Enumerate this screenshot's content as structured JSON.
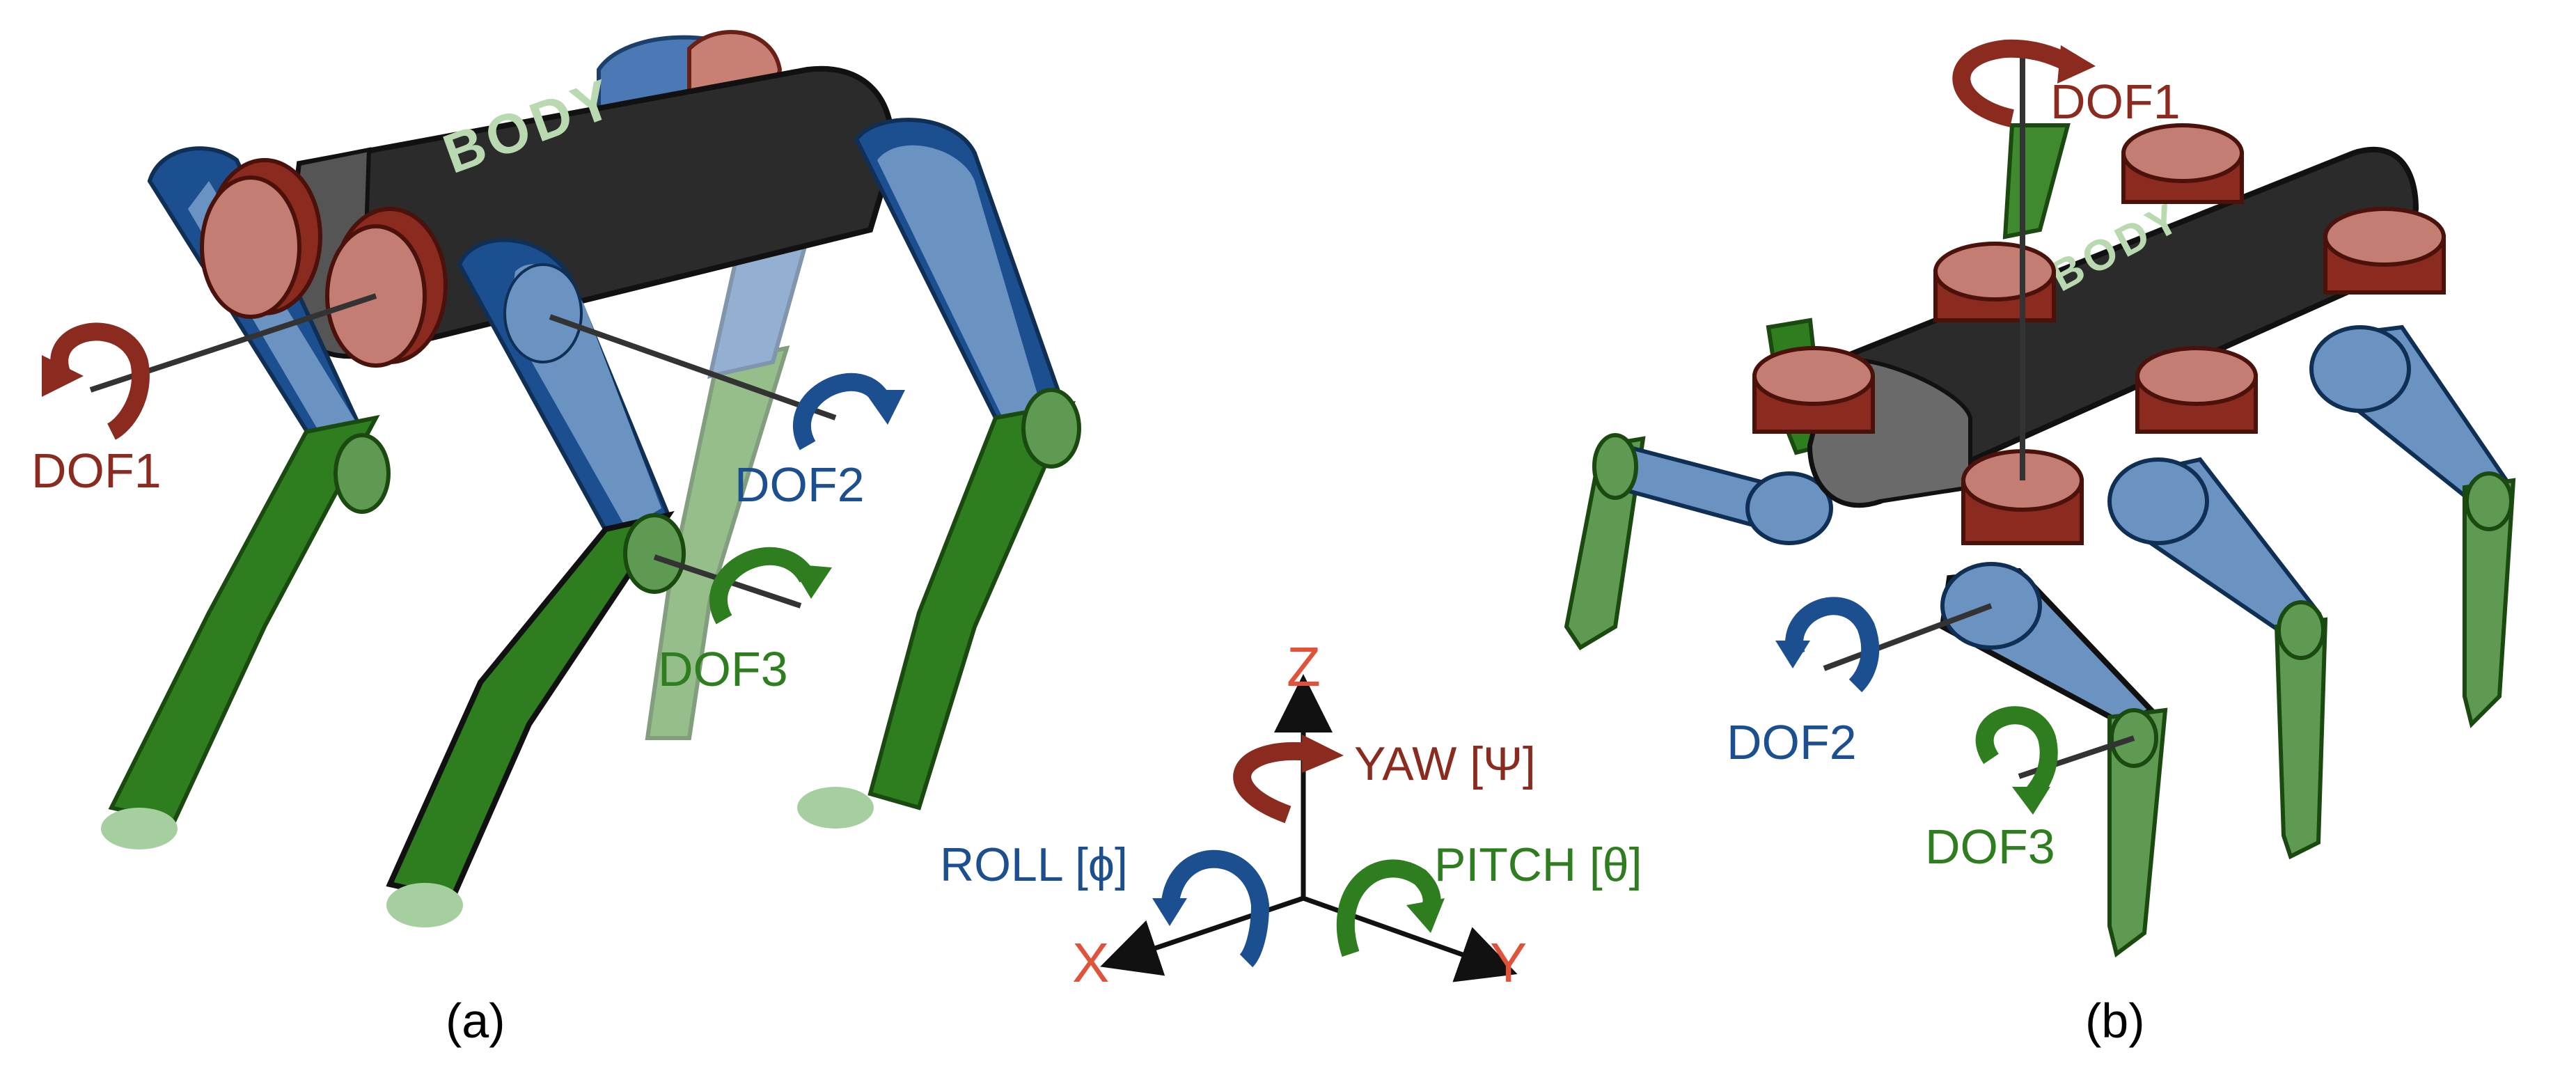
{
  "labels": {
    "body_a": "BODY",
    "body_b": "BODY",
    "dof1_a": "DOF1",
    "dof2_a": "DOF2",
    "dof3_a": "DOF3",
    "dof1_b": "DOF1",
    "dof2_b": "DOF2",
    "dof3_b": "DOF3",
    "axis_z": "Z",
    "axis_x": "X",
    "axis_y": "Y",
    "yaw": "YAW [Ψ]",
    "roll": "ROLL [ϕ]",
    "pitch": "PITCH [θ]",
    "caption_a": "(a)",
    "caption_b": "(b)"
  },
  "colors": {
    "dof1": "#8b2a1e",
    "dof2": "#1c4f8f",
    "dof3": "#2e7d1f",
    "axis_letters": "#e0523a",
    "body": "#2b2b2b",
    "joint1_face": "#c47d72",
    "link2_face": "#6b93c2",
    "link3_face": "#5f9a52"
  }
}
